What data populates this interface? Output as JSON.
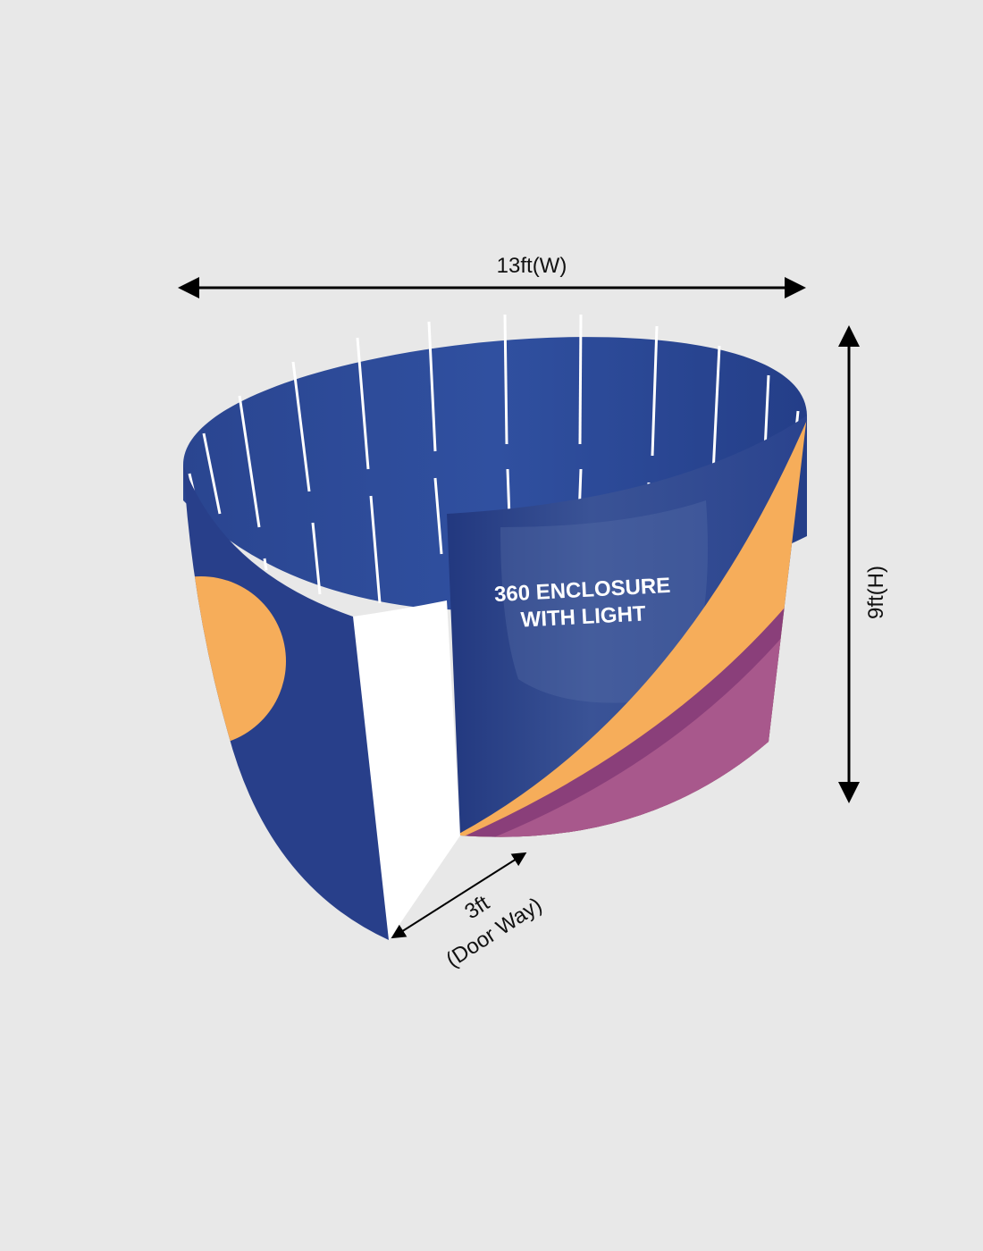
{
  "dimensions": {
    "width_label": "13ft(W)",
    "height_label": "9ft(H)",
    "door_width_label": "3ft",
    "door_caption": "(Door Way)"
  },
  "product": {
    "title_line1": "360 ENCLOSURE",
    "title_line2": "WITH LIGHT"
  },
  "colors": {
    "background": "#e8e8e8",
    "navy": "#283f8a",
    "orange": "#f6ad5a",
    "magenta": "#a8588c",
    "light_bar": "#ffffff"
  }
}
